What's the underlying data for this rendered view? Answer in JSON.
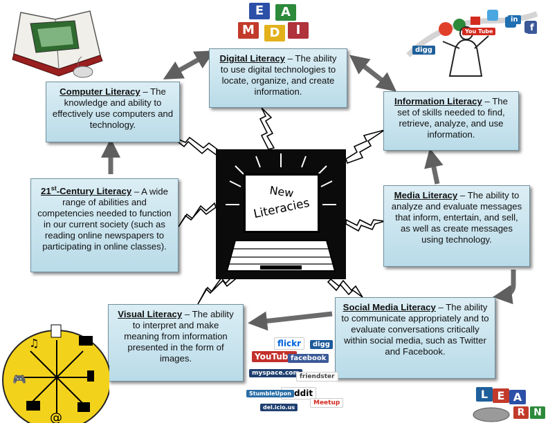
{
  "center": {
    "line1": "New",
    "line2": "Literacies"
  },
  "boxes": {
    "digital": {
      "title": "Digital Literacy",
      "text": " – The ability to use digital technologies to locate, organize, and create information."
    },
    "computer": {
      "title": "Computer Literacy",
      "text": " – The knowledge and ability to effectively use computers and technology."
    },
    "information": {
      "title": "Information Literacy",
      "text": " – The set of skills needed to find, retrieve, analyze, and use information."
    },
    "century": {
      "title_pre": "21",
      "title_sup": "st",
      "title_post": "-Century Literacy",
      "text": " – A wide range of abilities and competencies needed to function in our current society (such as reading online newspapers to participating in online classes)."
    },
    "media": {
      "title": "Media Literacy",
      "text": " – The ability to analyze and evaluate messages that inform, entertain, and sell, as well as create messages using technology."
    },
    "visual": {
      "title": "Visual Literacy",
      "text": " – The ability to interpret and make meaning from information presented in the form of images."
    },
    "social": {
      "title": "Social Media Literacy",
      "text": " – The ability to communicate appropriately and to evaluate conversations critically within social media, such as Twitter and Facebook."
    }
  },
  "blocks_top": [
    "M",
    "E",
    "D",
    "I",
    "A"
  ],
  "blocks_bottom": [
    "L",
    "E",
    "A",
    "R",
    "N"
  ],
  "social_logos": [
    "flickr",
    "YouTube",
    "facebook",
    "digg",
    "myspace.com",
    "friendster",
    "reddit",
    "StumbleUpon",
    "del.icio.us",
    "Meetup"
  ],
  "cloud_logos": [
    "digg",
    "You Tube",
    "in",
    "f"
  ],
  "colors": {
    "box_bg": "#c9e4ef",
    "arrow": "#6b6b6b",
    "emblem": "#f3d21c"
  }
}
